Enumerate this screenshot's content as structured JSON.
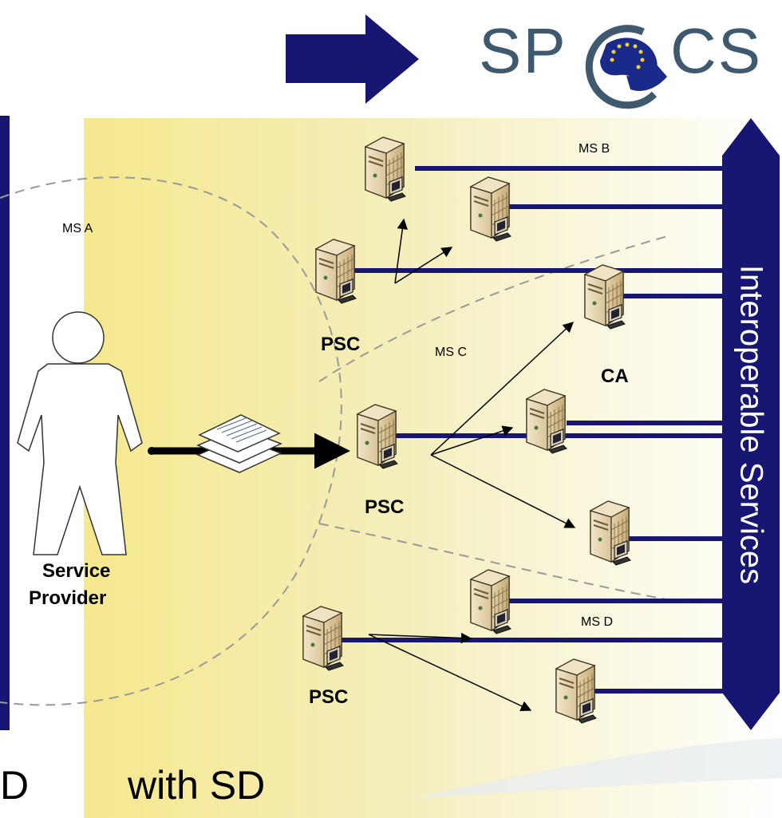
{
  "logo": {
    "left_text": "SP",
    "right_text": "CS"
  },
  "band": {
    "label": "Interoperable Services"
  },
  "actor": {
    "label_line1": "Service",
    "label_line2": "Provider"
  },
  "regions": {
    "ms_a": "MS A",
    "ms_b": "MS B",
    "ms_c": "MS C",
    "ms_d": "MS D"
  },
  "nodes": {
    "psc_1": "PSC",
    "psc_2": "PSC",
    "psc_3": "PSC",
    "ca": "CA"
  },
  "footer": {
    "left_fragment": "D",
    "caption": "with SD"
  },
  "colors": {
    "navy": "#171773",
    "yellow": "#f6e88e",
    "logo_teal": "#3f5a6e",
    "server_beige": "#e8d9b4"
  }
}
